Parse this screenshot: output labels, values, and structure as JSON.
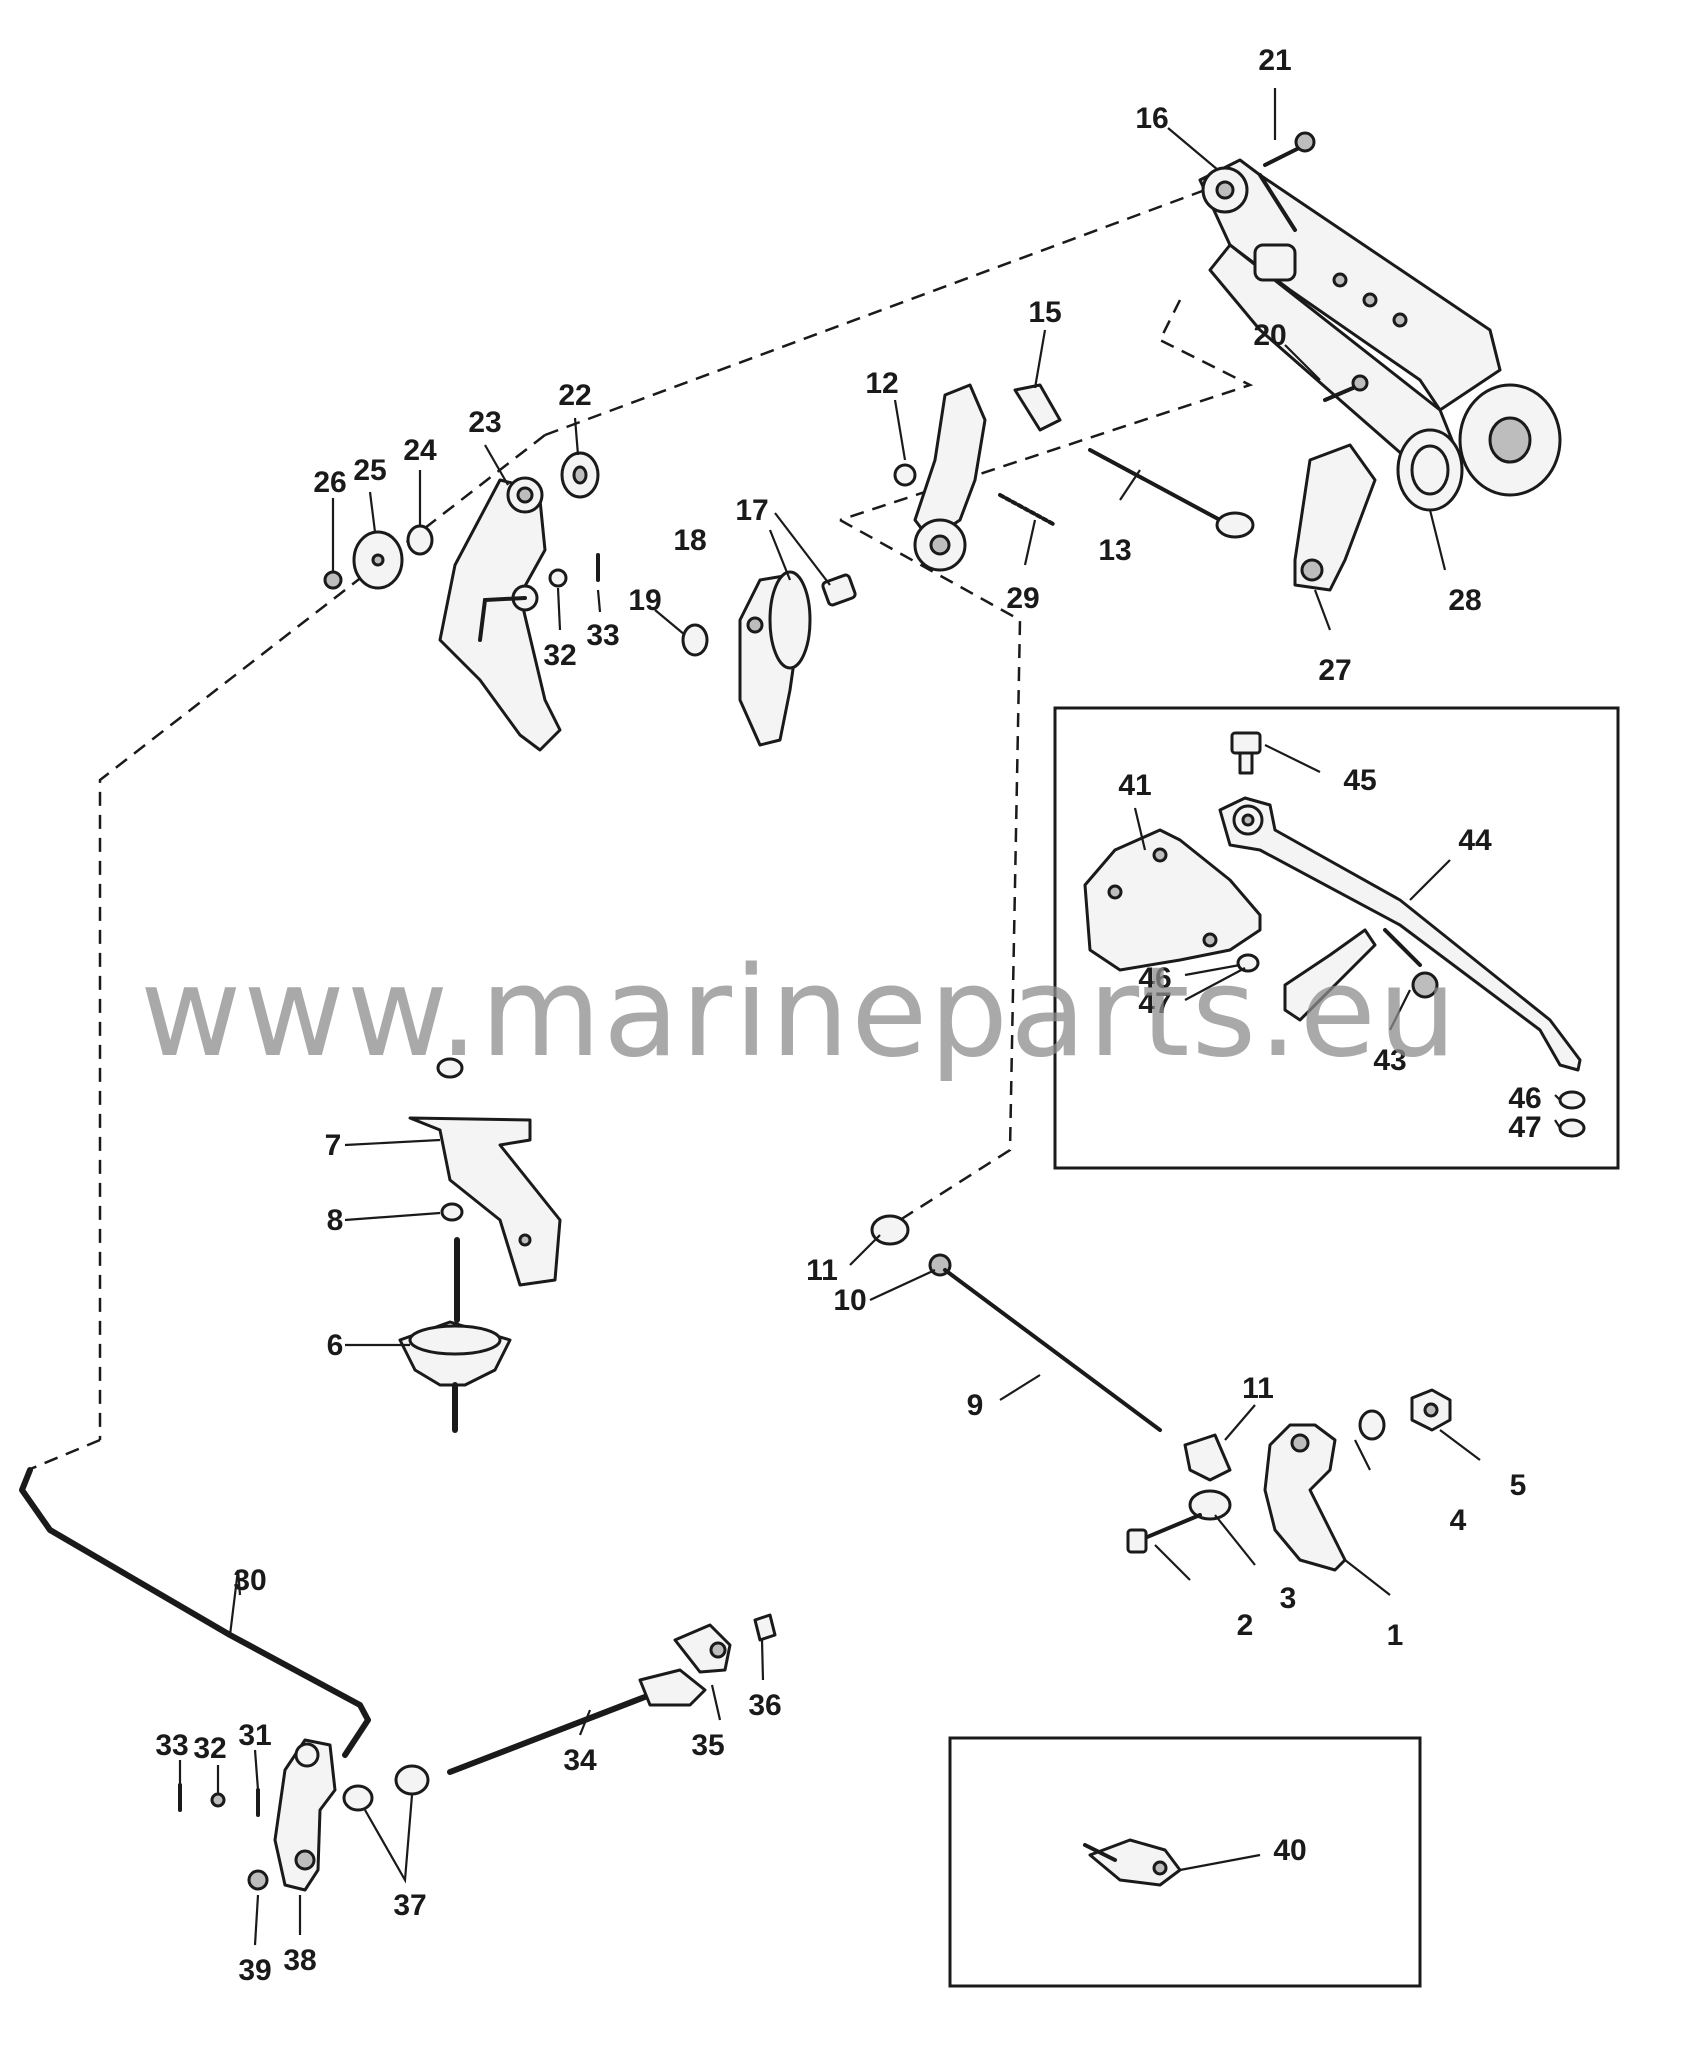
{
  "watermark": "www.marineparts.eu",
  "callouts": [
    {
      "id": "c1",
      "text": "1"
    },
    {
      "id": "c2",
      "text": "2"
    },
    {
      "id": "c3",
      "text": "3"
    },
    {
      "id": "c4",
      "text": "4"
    },
    {
      "id": "c5",
      "text": "5"
    },
    {
      "id": "c6",
      "text": "6"
    },
    {
      "id": "c7",
      "text": "7"
    },
    {
      "id": "c8",
      "text": "8"
    },
    {
      "id": "c9",
      "text": "9"
    },
    {
      "id": "c10",
      "text": "10"
    },
    {
      "id": "c11a",
      "text": "11"
    },
    {
      "id": "c11b",
      "text": "11"
    },
    {
      "id": "c12",
      "text": "12"
    },
    {
      "id": "c13",
      "text": "13"
    },
    {
      "id": "c15",
      "text": "15"
    },
    {
      "id": "c16",
      "text": "16"
    },
    {
      "id": "c17",
      "text": "17"
    },
    {
      "id": "c18",
      "text": "18"
    },
    {
      "id": "c19",
      "text": "19"
    },
    {
      "id": "c20",
      "text": "20"
    },
    {
      "id": "c21",
      "text": "21"
    },
    {
      "id": "c22",
      "text": "22"
    },
    {
      "id": "c23",
      "text": "23"
    },
    {
      "id": "c24",
      "text": "24"
    },
    {
      "id": "c25",
      "text": "25"
    },
    {
      "id": "c26",
      "text": "26"
    },
    {
      "id": "c27",
      "text": "27"
    },
    {
      "id": "c28",
      "text": "28"
    },
    {
      "id": "c29",
      "text": "29"
    },
    {
      "id": "c30",
      "text": "30"
    },
    {
      "id": "c31",
      "text": "31"
    },
    {
      "id": "c32a",
      "text": "32"
    },
    {
      "id": "c32b",
      "text": "32"
    },
    {
      "id": "c33a",
      "text": "33"
    },
    {
      "id": "c33b",
      "text": "33"
    },
    {
      "id": "c34",
      "text": "34"
    },
    {
      "id": "c35",
      "text": "35"
    },
    {
      "id": "c36",
      "text": "36"
    },
    {
      "id": "c37",
      "text": "37"
    },
    {
      "id": "c38",
      "text": "38"
    },
    {
      "id": "c39",
      "text": "39"
    },
    {
      "id": "c40",
      "text": "40"
    },
    {
      "id": "c41",
      "text": "41"
    },
    {
      "id": "c43",
      "text": "43"
    },
    {
      "id": "c44",
      "text": "44"
    },
    {
      "id": "c45",
      "text": "45"
    },
    {
      "id": "c46a",
      "text": "46"
    },
    {
      "id": "c46b",
      "text": "46"
    },
    {
      "id": "c47a",
      "text": "47"
    },
    {
      "id": "c47b",
      "text": "47"
    }
  ]
}
